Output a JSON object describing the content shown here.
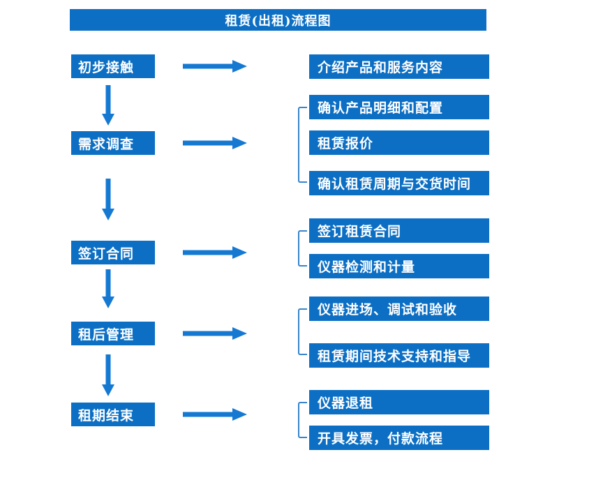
{
  "title": "租赁(出租)流程图",
  "colors": {
    "box_blue": "#0c6fc4",
    "arrow_blue": "#1579d2",
    "bracket_blue": "#3584cc",
    "text": "#ffffff",
    "background": "#ffffff"
  },
  "icons": {
    "right_arrow": "→",
    "down_arrow": "↓",
    "bracket": "["
  },
  "flow": {
    "stages": [
      {
        "label": "初步接触",
        "details": [
          "介绍产品和服务内容"
        ]
      },
      {
        "label": "需求调查",
        "details": [
          "确认产品明细和配置",
          "租赁报价",
          "确认租赁周期与交货时间"
        ]
      },
      {
        "label": "签订合同",
        "details": [
          "签订租赁合同",
          "仪器检测和计量"
        ]
      },
      {
        "label": "租后管理",
        "details": [
          "仪器进场、调试和验收",
          "租赁期间技术支持和指导"
        ]
      },
      {
        "label": "租期结束",
        "details": [
          "仪器退租",
          "开具发票，付款流程"
        ]
      }
    ]
  }
}
